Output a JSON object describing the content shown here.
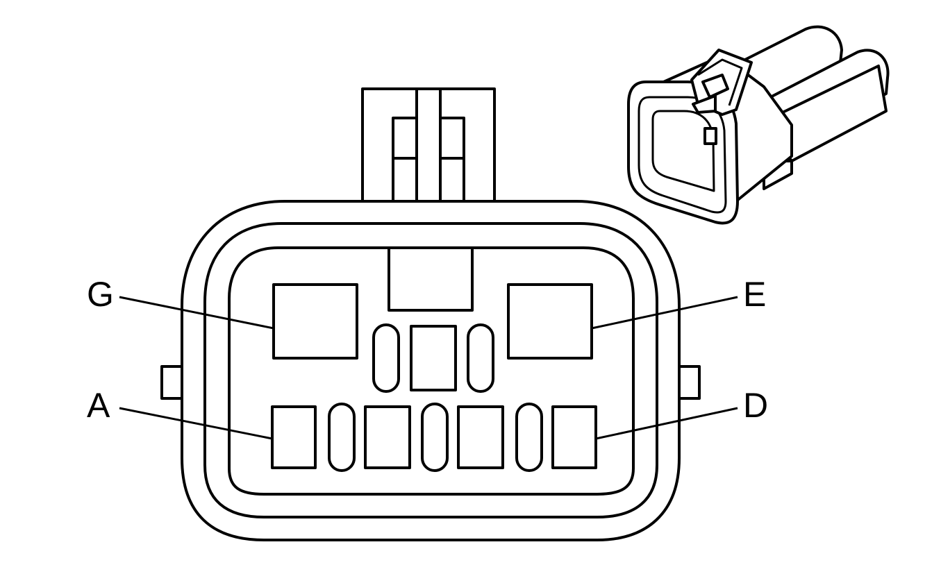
{
  "pins": {
    "g": "G",
    "e": "E",
    "a": "A",
    "d": "D"
  },
  "colors": {
    "line": "#000000",
    "background": "#ffffff"
  }
}
